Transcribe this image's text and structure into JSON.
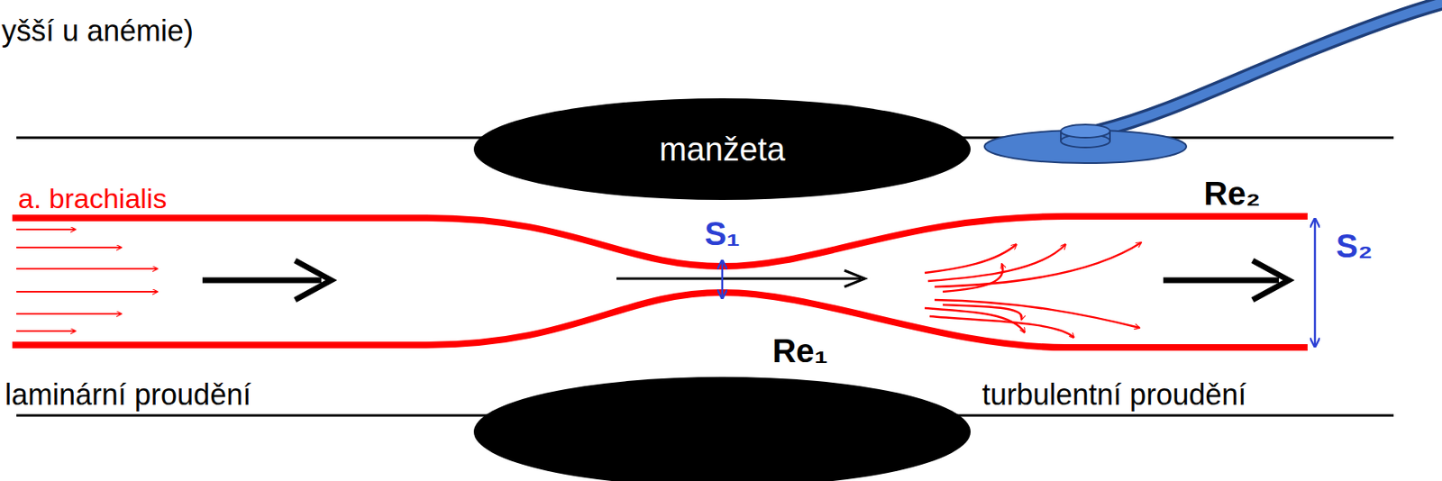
{
  "diagram": {
    "nodes": [
      {
        "text": [
          "manžeta"
        ]
      }
    ],
    "labels": [
      "yšší u anémie)",
      "a. brachialis",
      "S₁",
      "Re₂",
      "S₂",
      "Re₁",
      "laminární proudění",
      "turbulentní proudění"
    ]
  }
}
